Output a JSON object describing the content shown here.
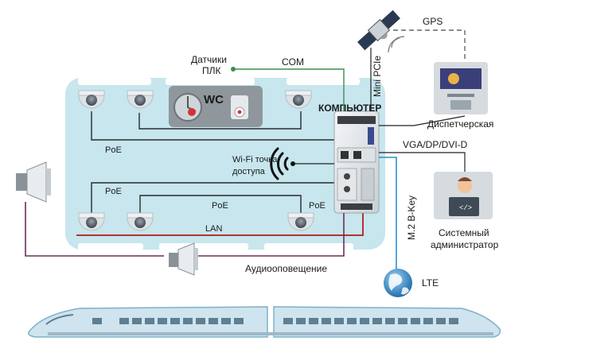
{
  "labels": {
    "gps": "GPS",
    "mini_pcie": "Mini PCIe",
    "sensors": "Датчики",
    "plc": "ПЛК",
    "com": "COM",
    "wc": "WC",
    "computer": "КОМПЬЮТЕР",
    "dispatcher": "Диспетчерская",
    "vga": "VGA/DP/DVI-D",
    "poe_top": "PoE",
    "poe_left": "PoE",
    "poe_mid": "PoE",
    "poe_right": "PoE",
    "wifi_line1": "Wi-Fi точка",
    "wifi_line2": "доступа",
    "m2": "M.2 B-Key",
    "lan": "LAN",
    "sysadmin_line1": "Системный",
    "sysadmin_line2": "администратор",
    "lte": "LTE",
    "audio": "Аудиооповещение"
  },
  "colors": {
    "car_fill": "#c7e6ee",
    "car_window": "#ffffff",
    "poe_line": "#2a2a2a",
    "com_line": "#3a8f4c",
    "lan_line": "#b8312f",
    "audio_line": "#6b2d5c",
    "m2_line": "#2f8fcf",
    "gps_line": "#666666",
    "train_fill": "#cfe4ee",
    "train_stroke": "#7fb0c8"
  },
  "icons": {
    "camera": "dome-camera-icon",
    "speaker": "loudspeaker-icon",
    "satellite": "satellite-icon",
    "wifi": "wifi-icon",
    "globe": "globe-icon",
    "monitor": "monitor-icon",
    "admin": "admin-person-icon",
    "computer": "embedded-computer-icon",
    "train": "train-icon"
  }
}
